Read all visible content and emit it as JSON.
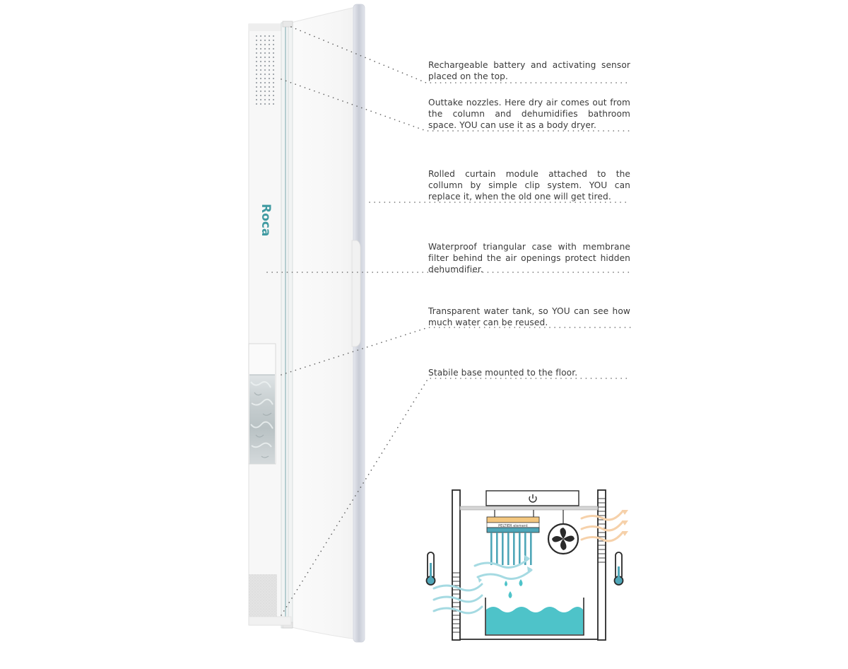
{
  "product": {
    "brand_logo": "Roca"
  },
  "callouts": [
    {
      "id": "battery",
      "text": "Rechargeable battery and activating sensor placed on the top."
    },
    {
      "id": "nozzles",
      "text": "Outtake nozzles. Here dry air comes out from the column and dehumidifies bathroom space. YOU can use it as a body dryer."
    },
    {
      "id": "curtain",
      "text": "Rolled curtain module attached to the collumn by simple clip system.  YOU can replace it, when the old one will get tired."
    },
    {
      "id": "case",
      "text": "Waterproof triangular case with membrane filter behind the air openings protect hidden dehumdifier."
    },
    {
      "id": "tank",
      "text": "Transparent water tank, so YOU can see how much water can be reused."
    },
    {
      "id": "base",
      "text": "Stabile base mounted to the floor."
    }
  ],
  "schematic": {
    "peltier_label": "PELTIER element",
    "icons": [
      "power-icon",
      "fan-icon",
      "thermometer-icon",
      "water-drop-icon",
      "airflow-arrow-icon"
    ],
    "colors": {
      "water": "#4ec3c9",
      "cold_air": "#8fd2dc",
      "warm_air": "#f3c89a",
      "peltier_warm": "#f4c77f",
      "peltier_cold": "#4fa6b8",
      "outline": "#2a2a2a"
    }
  }
}
